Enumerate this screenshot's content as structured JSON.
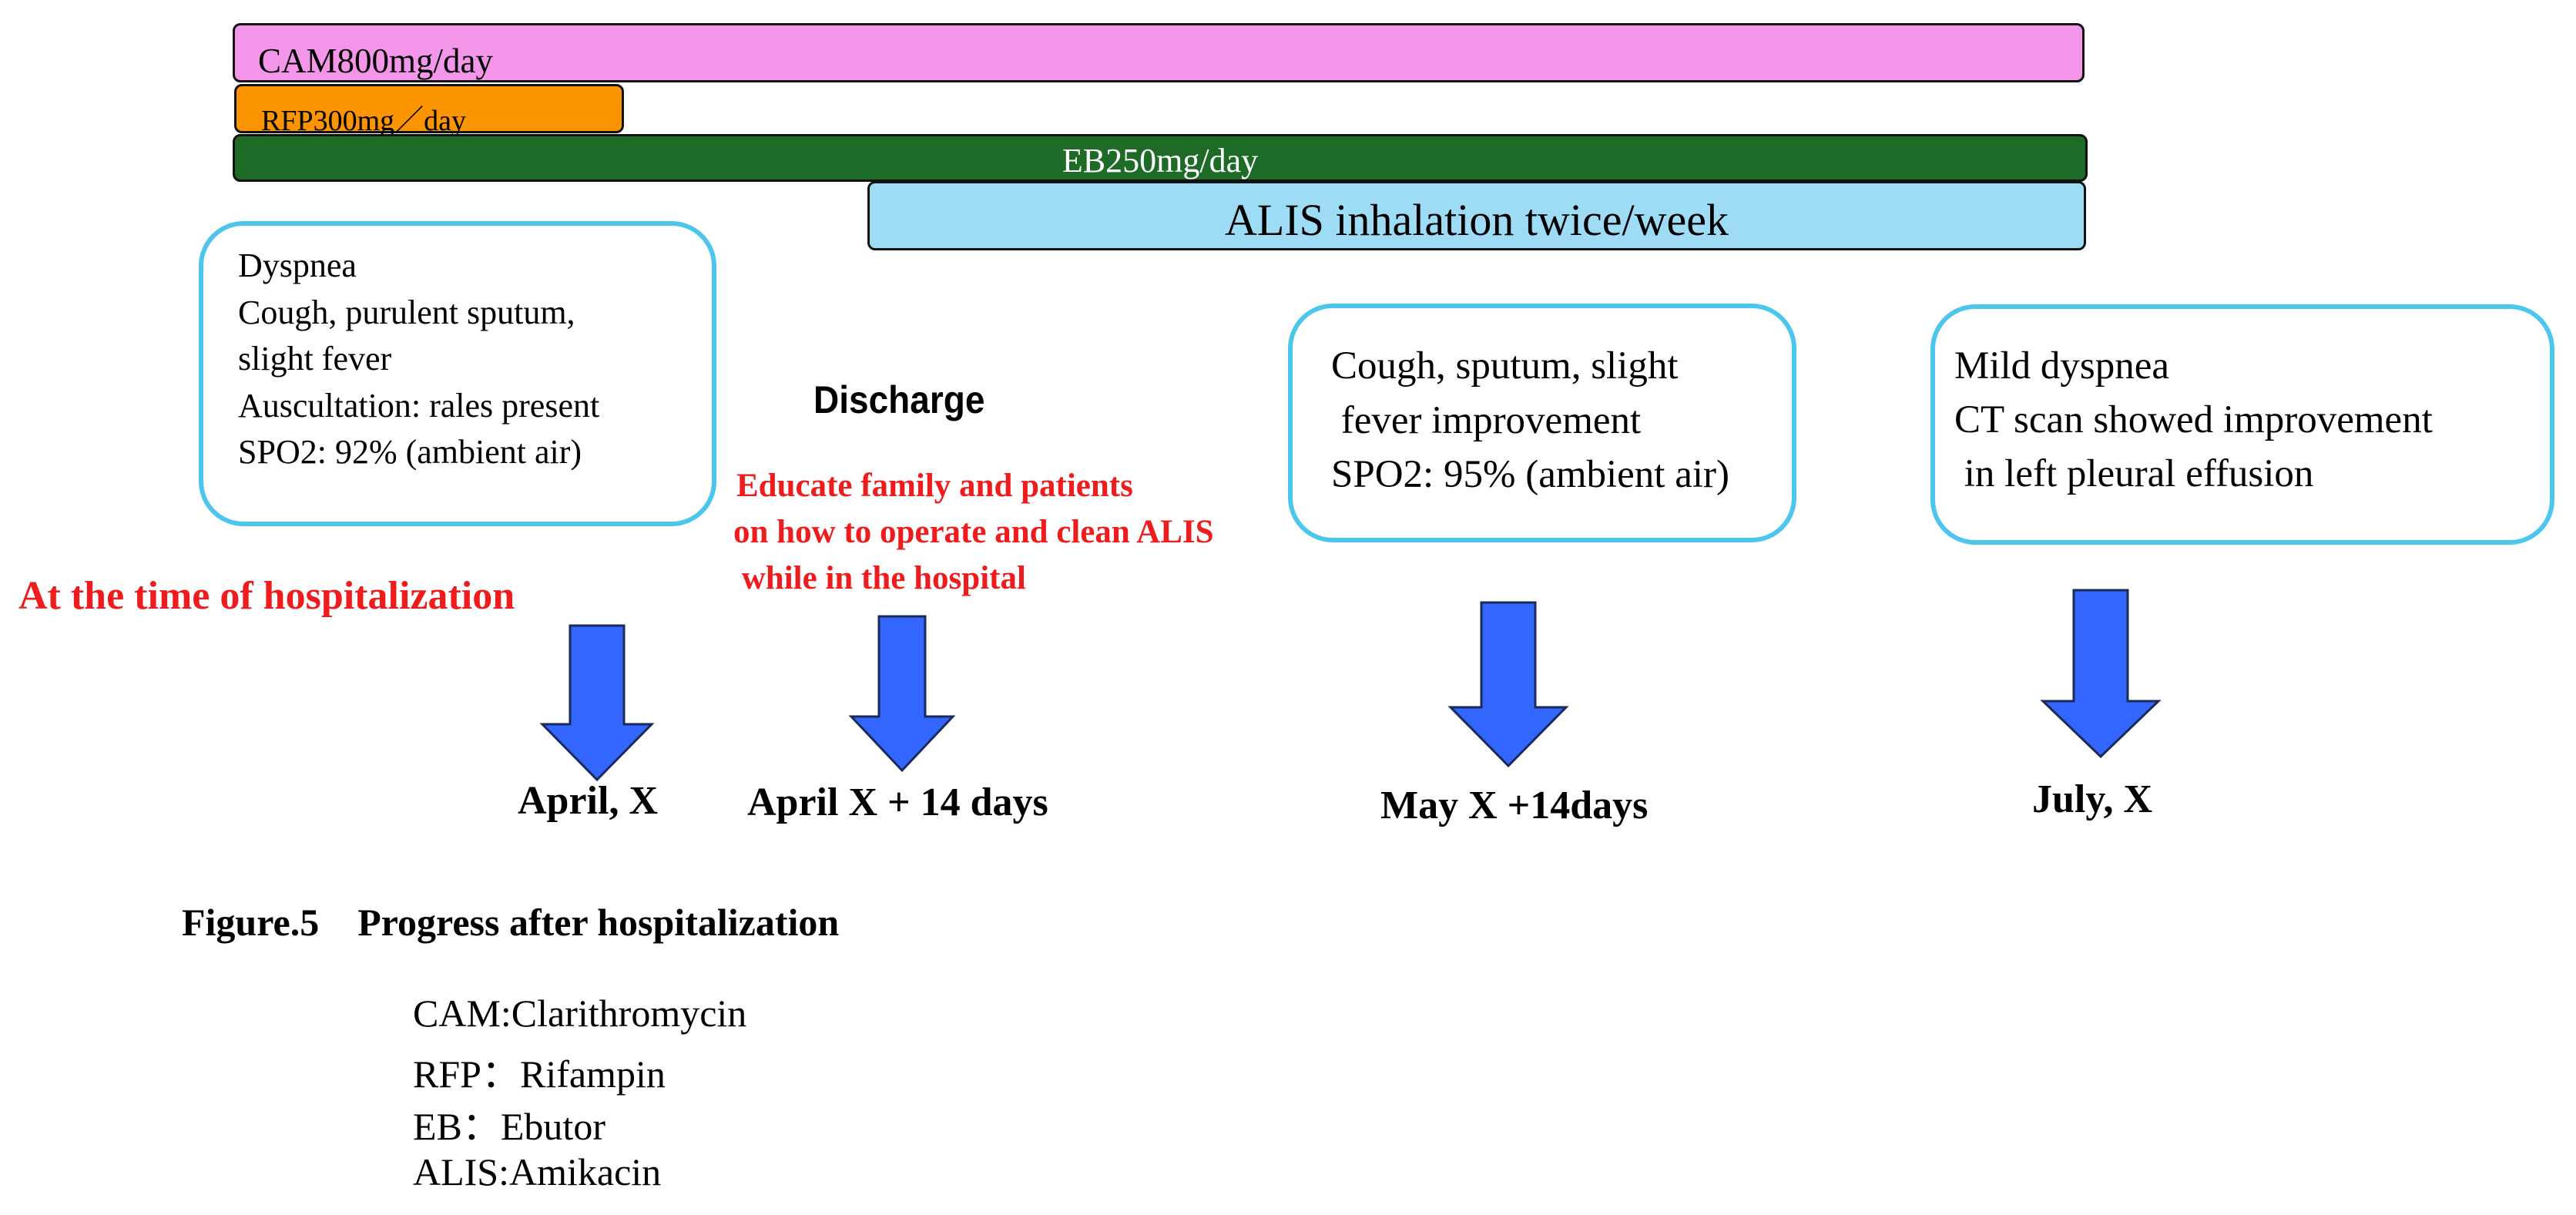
{
  "bars": {
    "cam": "CAM800mg/day",
    "rfp": "RFP300mg／day",
    "eb": "EB250mg/day",
    "alis": "ALIS inhalation twice/week"
  },
  "box_admission": [
    "Dyspnea",
    "Cough, purulent sputum,",
    "slight fever",
    "Auscultation: rales present",
    "SPO2: 92% (ambient air)"
  ],
  "box_may": [
    "Cough, sputum, slight",
    " fever improvement",
    "SPO2: 95% (ambient air)"
  ],
  "box_july": [
    "Mild dyspnea",
    "CT scan showed improvement",
    " in left pleural effusion"
  ],
  "discharge_label": "Discharge",
  "education_note": [
    "Educate family and patients",
    "on how to operate and clean ALIS",
    " while in the hospital"
  ],
  "hospitalization_label": "At the time of hospitalization",
  "dates": [
    "April, X",
    "April X + 14 days",
    "May X +14days",
    "July, X"
  ],
  "caption": "Figure.5    Progress after hospitalization",
  "legend": [
    "CAM:Clarithromycin",
    "RFP：Rifampin",
    "EB：Ebutor",
    "ALIS:Amikacin"
  ],
  "colors": {
    "cam_bar": "#f395e8",
    "rfp_bar": "#fa9400",
    "eb_bar": "#1e6b28",
    "alis_bar": "#9edcf6",
    "box_border": "#4cc6ec",
    "arrow": "#3366ff",
    "note_red": "#ee1c1c"
  }
}
